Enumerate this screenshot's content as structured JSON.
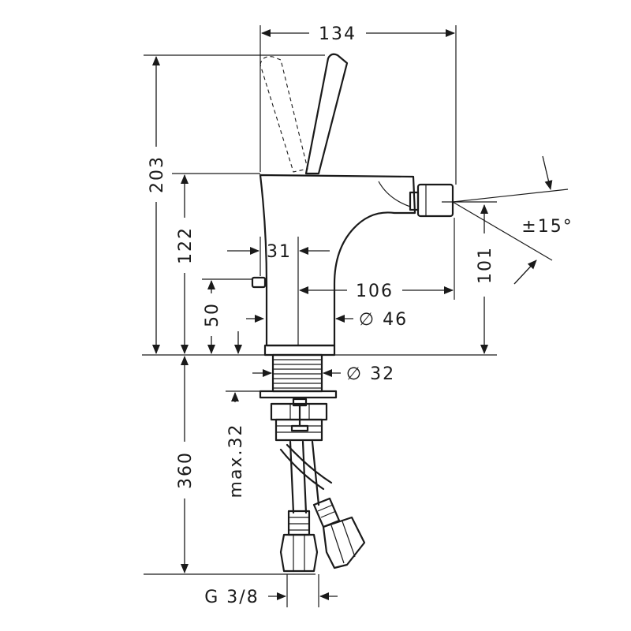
{
  "dimensions": {
    "width_top": "134",
    "height_total": "203",
    "height_spout": "122",
    "height_outlet": "101",
    "pop_up_offset": "31",
    "pop_up_height": "50",
    "spout_reach": "106",
    "body_diameter": "∅ 46",
    "shank_diameter": "∅ 32",
    "max_deck_thickness": "max.32",
    "hose_length": "360",
    "thread_size": "G 3/8",
    "swivel_angle": "±15°"
  }
}
